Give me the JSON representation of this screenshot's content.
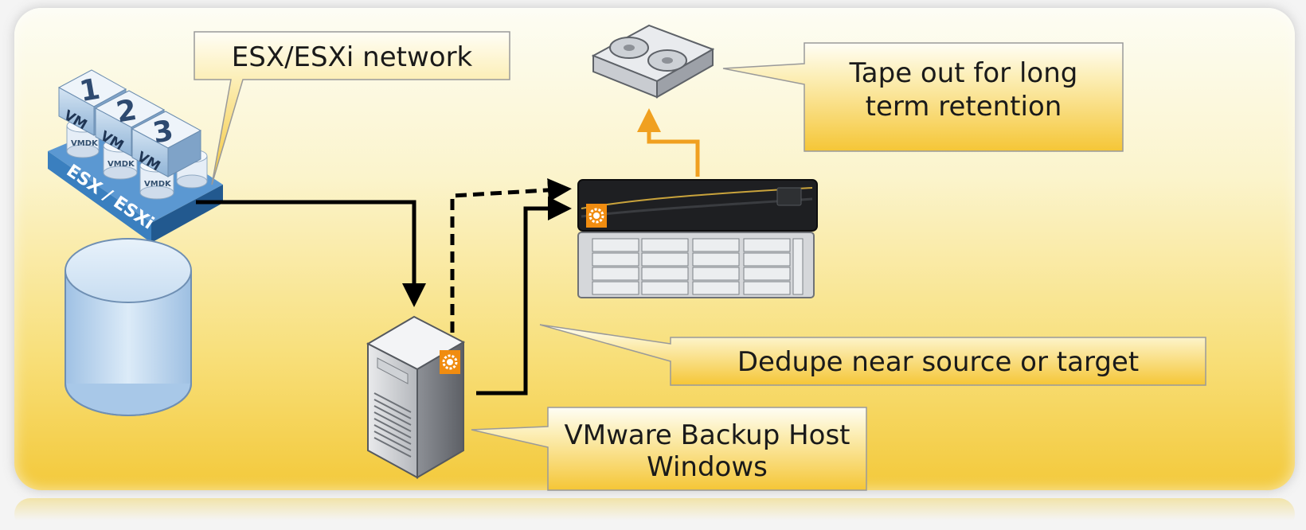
{
  "callouts": {
    "esx_network": "ESX/ESXi network",
    "tape_out_line1": "Tape out for long",
    "tape_out_line2": "term retention",
    "dedupe": "Dedupe near source or target",
    "backup_host_line1": "VMware Backup Host",
    "backup_host_line2": "Windows"
  },
  "esx_host": {
    "label": "ESX / ESXi",
    "vm_numbers": [
      "1",
      "2",
      "3"
    ],
    "vm_label": "VM",
    "disk_label": "VMDK"
  },
  "colors": {
    "panel_top": "#fdfdf4",
    "panel_bottom": "#f3c93a",
    "callout_fill": "#f9d66a",
    "orange_arrow": "#f0a020",
    "black_arrow": "#000000",
    "esx_blue": "#3a7fbf",
    "gear_badge": "#f08c10"
  },
  "icons": [
    "esx-host-icon",
    "storage-cylinder-icon",
    "tape-drive-icon",
    "dedupe-appliance-icon",
    "backup-server-icon",
    "gear-icon"
  ]
}
